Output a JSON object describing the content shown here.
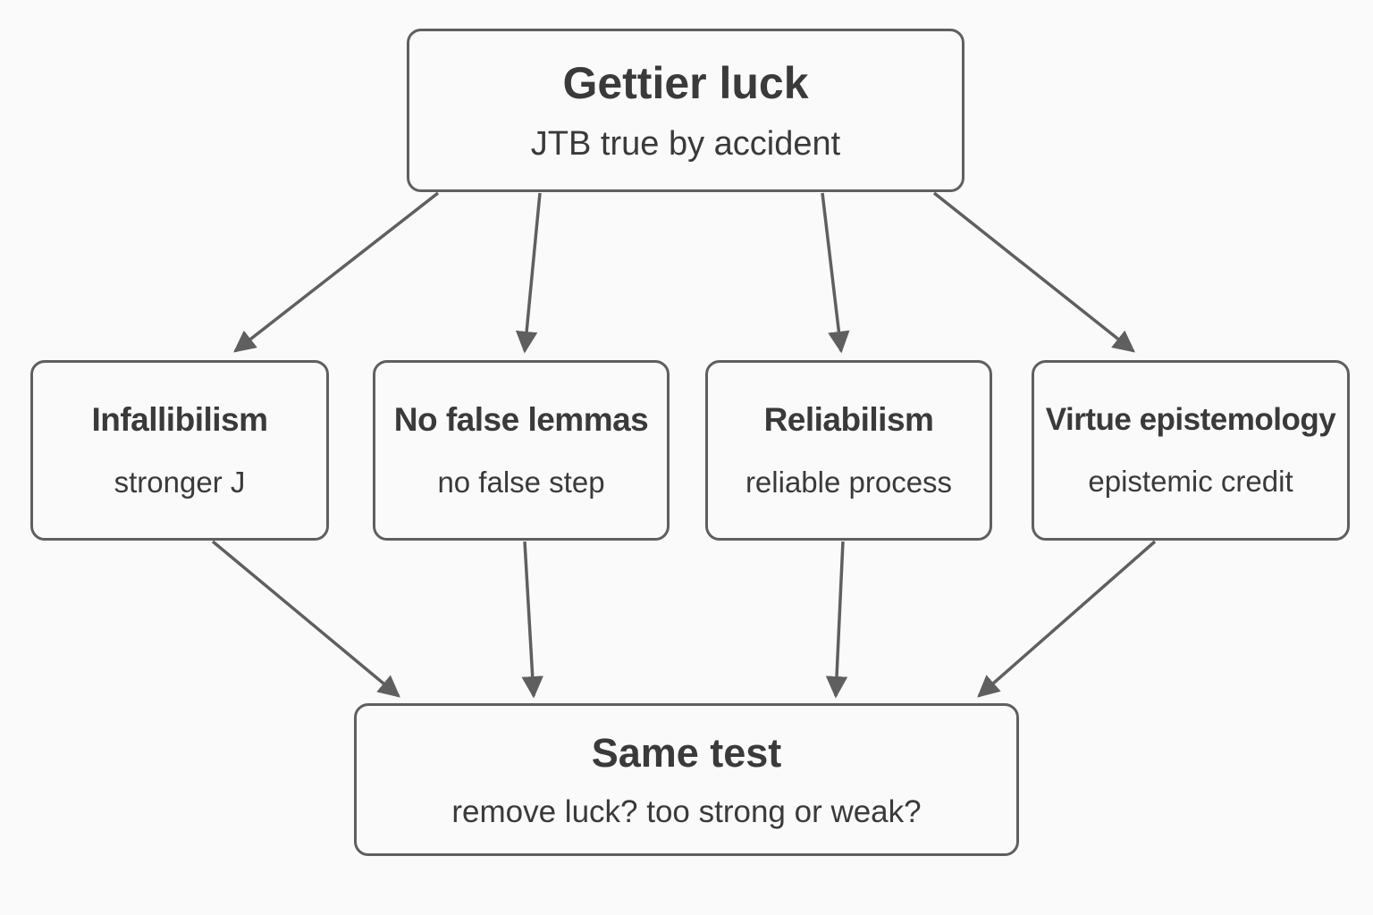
{
  "top": {
    "title": "Gettier luck",
    "subtitle": "JTB true by accident"
  },
  "approaches": [
    {
      "title": "Infallibilism",
      "subtitle": "stronger J"
    },
    {
      "title": "No false lemmas",
      "subtitle": "no false step"
    },
    {
      "title": "Reliabilism",
      "subtitle": "reliable process"
    },
    {
      "title": "Virtue epistemology",
      "subtitle": "epistemic credit"
    }
  ],
  "bottom": {
    "title": "Same test",
    "subtitle": "remove luck? too strong or weak?"
  },
  "colors": {
    "stroke": "#5f5f5f",
    "text": "#3a3a3a",
    "background": "#fafafa"
  }
}
